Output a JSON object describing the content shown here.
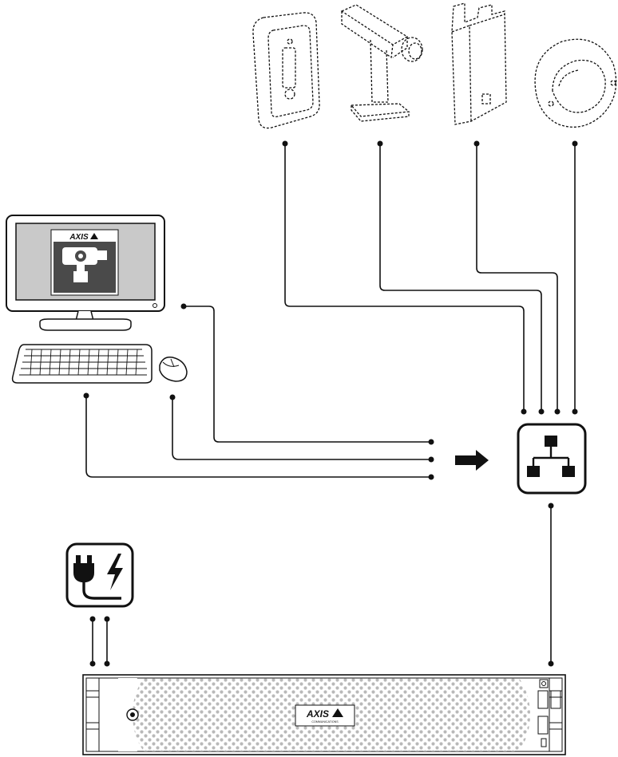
{
  "brand": {
    "logo_text": "AXIS",
    "logo_subtext": "COMMUNICATIONS"
  },
  "colors": {
    "line": "#111111",
    "screen": "#c9c9c9",
    "app_icon": "#4a4a4a",
    "grille": "#b9b9b9",
    "background": "#ffffff"
  },
  "devices": {
    "cameras": [
      "intercom-camera-icon",
      "box-camera-icon",
      "panel-camera-icon",
      "dome-camera-icon"
    ],
    "client": [
      "monitor-icon",
      "keyboard-icon",
      "mouse-icon"
    ],
    "network": "network-switch-icon",
    "power": "power-plug-icon",
    "recorder": "network-video-recorder"
  }
}
